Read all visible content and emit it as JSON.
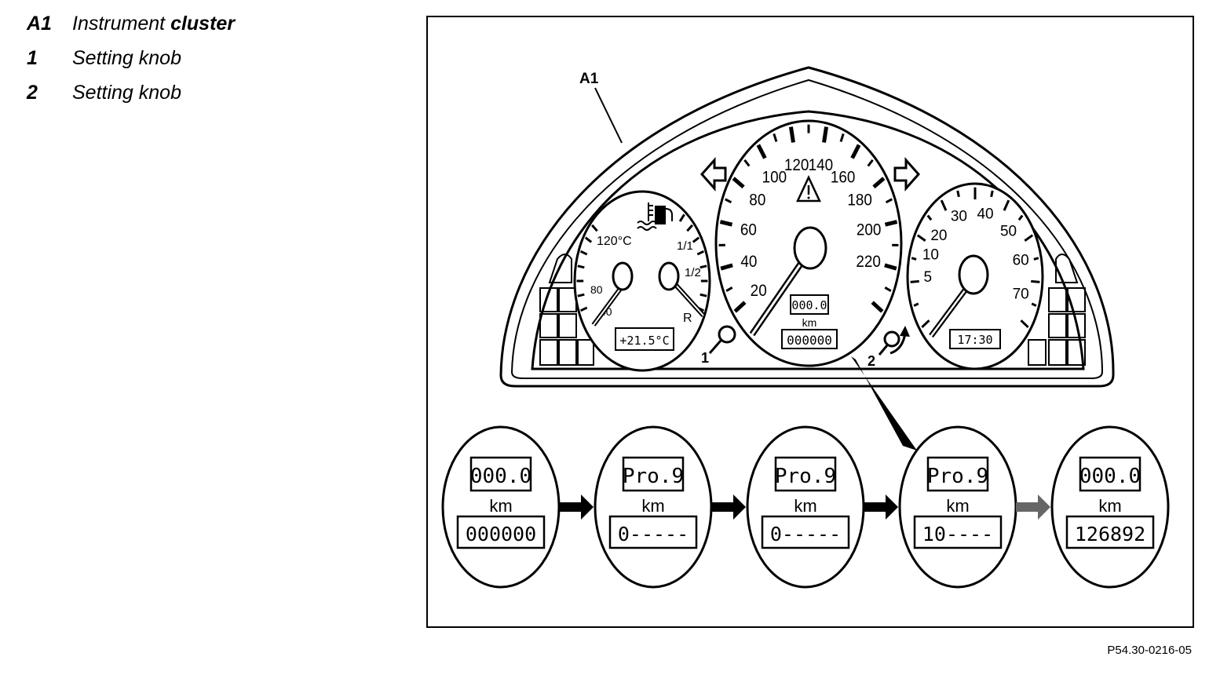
{
  "legend": [
    {
      "key": "A1",
      "text_a": "Instrument",
      "text_b": "cluster"
    },
    {
      "key": "1",
      "text_a": "Setting knob",
      "text_b": ""
    },
    {
      "key": "2",
      "text_a": "Setting knob",
      "text_b": ""
    }
  ],
  "callouts": {
    "a1": "A1",
    "knob1": "1",
    "knob2": "2"
  },
  "speedo": {
    "scale": [
      "20",
      "40",
      "60",
      "80",
      "100",
      "120",
      "140",
      "160",
      "180",
      "200",
      "220"
    ],
    "trip": "000.0",
    "unit": "km",
    "total": "000000"
  },
  "left_gauge": {
    "temp_labels": [
      "120°C",
      "80",
      "40"
    ],
    "fuel_labels": [
      "1/1",
      "1/2",
      "R"
    ],
    "display": "+21.5°C"
  },
  "tacho": {
    "scale": [
      "5",
      "10",
      "20",
      "30",
      "40",
      "50",
      "60",
      "70"
    ],
    "clock": "17:30"
  },
  "sequence": [
    {
      "top": "000.0",
      "unit": "km",
      "bottom": "000000"
    },
    {
      "top": "Pro.9",
      "unit": "km",
      "bottom": "0-----"
    },
    {
      "top": "Pro.9",
      "unit": "km",
      "bottom": "0-----"
    },
    {
      "top": "Pro.9",
      "unit": "km",
      "bottom": "10----"
    },
    {
      "top": "000.0",
      "unit": "km",
      "bottom": "126892"
    }
  ],
  "figure_code": "P54.30-0216-05"
}
